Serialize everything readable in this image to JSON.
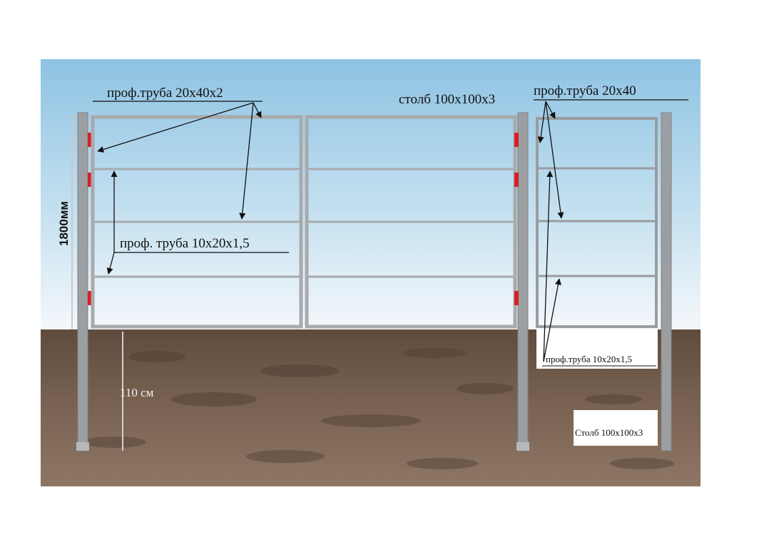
{
  "labels": {
    "top_pipe": "проф.труба 20х40х2",
    "post_middle": "столб 100х100х3",
    "wicket_pipe": "проф.труба 20х40",
    "small_pipe": "проф. труба 10х20х1,5",
    "height": "1800мм",
    "depth": "110 см",
    "wicket_small_pipe": "проф.труба 10х20х1,5",
    "wicket_post": "Столб 100х100х3"
  },
  "colors": {
    "sky_top": "#8ec3e3",
    "sky_bottom": "#f3f7fb",
    "soil": "#6e5848",
    "post": "#9c9fa2",
    "frame": "#a8aaad",
    "hinge": "#d81f26"
  }
}
